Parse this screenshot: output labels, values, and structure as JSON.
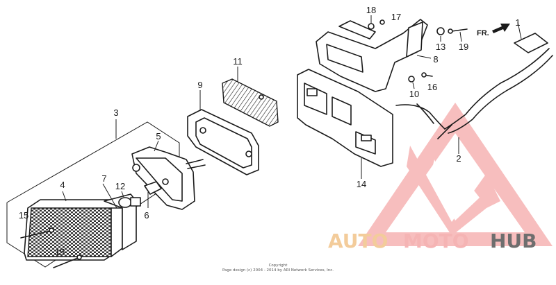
{
  "callouts": [
    "1",
    "2",
    "3",
    "4",
    "5",
    "6",
    "7",
    "9",
    "10",
    "11",
    "12",
    "13",
    "14",
    "15",
    "15",
    "16",
    "17",
    "18",
    "19"
  ],
  "direction_label": "FR.",
  "copyright": {
    "line1": "Copyright",
    "line2": "Page design (c) 2004 - 2014 by ARI Network Services, Inc."
  },
  "watermark": {
    "part1": "AUTO",
    "part2": "MOTO",
    "part3": "HUB",
    "color_primary": "#f4a7a7",
    "color_secondary": "#f2c48a",
    "color_dark": "#4a4a4a"
  },
  "extra_callouts": {
    "c8": "8"
  }
}
